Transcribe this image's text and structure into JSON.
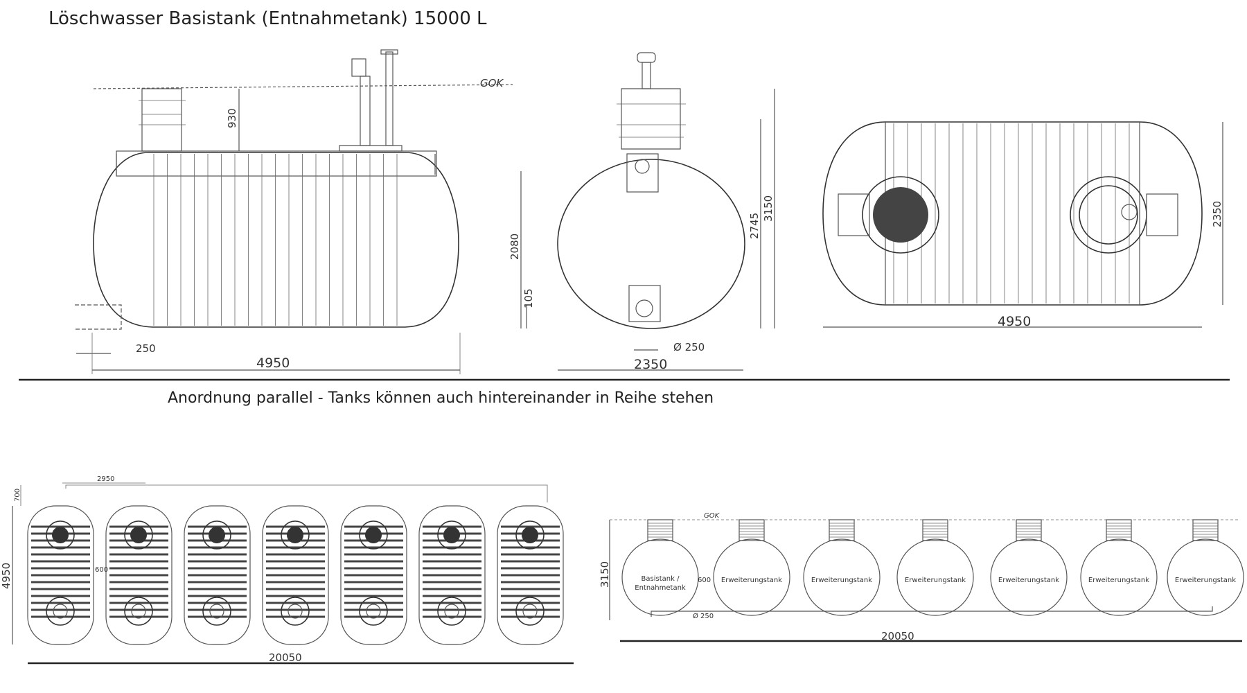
{
  "title": "Löschwasser Basistank (Entnahmetank) 15000 L",
  "arrangement_note": "Anordnung parallel - Tanks können auch hintereinander in Reihe stehen",
  "side_view": {
    "ground_label": "GOK",
    "dim_neck_height": "930",
    "dim_pipe_offset": "250",
    "dim_length": "4950"
  },
  "front_view": {
    "dim_inlet_height": "2080",
    "dim_outlet_height": "105",
    "dim_body_height": "2745",
    "dim_total_height": "3150",
    "dim_pipe_diameter": "Ø 250",
    "dim_width": "2350"
  },
  "top_view": {
    "dim_length": "4950",
    "dim_width": "2350"
  },
  "parallel_top": {
    "dim_spacing": "2950",
    "dim_offset": "700",
    "dim_depth": "4950",
    "dim_gap": "600",
    "dim_total": "20050"
  },
  "series_front": {
    "ground_label": "GOK",
    "dim_height": "3150",
    "dim_gap": "600",
    "dim_pipe": "Ø 250",
    "dim_total": "20050",
    "base_label_line1": "Basistank /",
    "base_label_line2": "Entnahmetank",
    "ext_label": "Erweiterungstank"
  },
  "colors": {
    "line": "#555555",
    "text": "#333333",
    "background": "#ffffff"
  }
}
